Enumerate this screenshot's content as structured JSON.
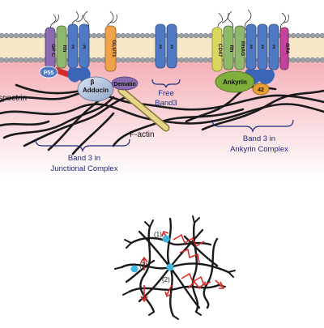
{
  "proteins": {
    "gpc": "GP C",
    "rh": "Rh",
    "band3_digit": "3",
    "glut1": "GLUT1",
    "cd47": "CD47",
    "rhag": "RhAG",
    "gpa": "GPA",
    "p55": "P55",
    "adducin": "Adducin",
    "beta": "β",
    "dematin": "Dematin",
    "ankyrin": "Ankyrin",
    "protein42": "42"
  },
  "labels": {
    "spectrin": "spectrin",
    "f_actin": "F-actin",
    "free_band3_line1": "Free",
    "free_band3_line2": "Band3",
    "junctional_line1": "Band 3 in",
    "junctional_line2": "Junctional Complex",
    "ankyrin_complex_line1": "Band 3 in",
    "ankyrin_complex_line2": "Ankyrin Complex"
  },
  "network": {
    "site1": "(1)",
    "site2": "(2)",
    "site3": "(3)"
  },
  "colors": {
    "membrane_pink": "#f2b5bc",
    "band3_blue": "#4f79c4",
    "gpc_purple": "#8a6ab0",
    "rh_green": "#8fb86c",
    "glut1_orange": "#f0a24a",
    "cd47_yellow": "#d8d860",
    "gpa_magenta": "#c0449c",
    "adducin_blue": "#aebfdc",
    "ankyrin_green": "#7fae3a",
    "p42_orange": "#e8a030",
    "label_blue": "#1d2a7a",
    "arrow_red": "#d42a2a",
    "node_cyan": "#3fb7e0"
  }
}
